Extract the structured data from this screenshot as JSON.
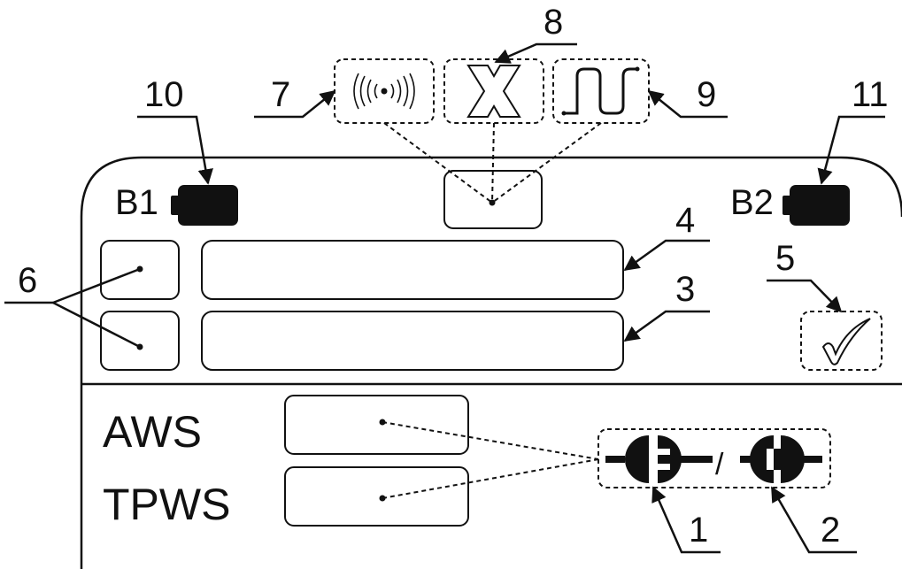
{
  "callouts": {
    "n1": "1",
    "n2": "2",
    "n3": "3",
    "n4": "4",
    "n5": "5",
    "n6": "6",
    "n7": "7",
    "n8": "8",
    "n9": "9",
    "n10": "10",
    "n11": "11"
  },
  "panel": {
    "b1_label": "B1",
    "b2_label": "B2",
    "aws_label": "AWS",
    "tpws_label": "TPWS",
    "slash": "/"
  },
  "icons": {
    "i7": "radio-signal-icon",
    "i8": "cross-x-icon",
    "i9": "square-pulse-icon",
    "i10": "battery-icon",
    "i11": "battery-icon",
    "i5": "checkmark-icon",
    "i1": "plug-disconnected-icon",
    "i2": "plug-connected-icon"
  }
}
